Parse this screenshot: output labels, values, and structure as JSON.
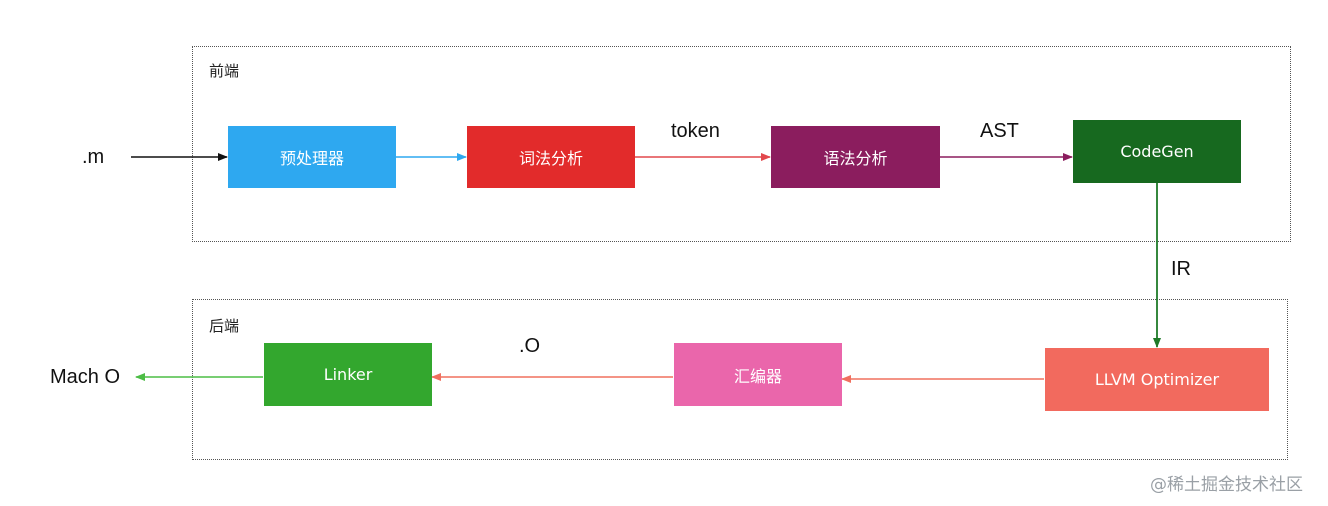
{
  "groups": {
    "frontend": {
      "title": "前端"
    },
    "backend": {
      "title": "后端"
    }
  },
  "inputs": {
    "source": ".m"
  },
  "outputs": {
    "binary": "Mach O"
  },
  "nodes": {
    "preprocessor": {
      "label": "预处理器",
      "color": "#2ea8f0"
    },
    "lexer": {
      "label": "词法分析",
      "color": "#e22b2b"
    },
    "parser": {
      "label": "语法分析",
      "color": "#8b1d5e"
    },
    "codegen": {
      "label": "CodeGen",
      "color": "#17691f"
    },
    "optimizer": {
      "label": "LLVM Optimizer",
      "color": "#f26a5e"
    },
    "assembler": {
      "label": "汇编器",
      "color": "#ea66ab"
    },
    "linker": {
      "label": "Linker",
      "color": "#33a72e"
    }
  },
  "edge_labels": {
    "token": "token",
    "ast": "AST",
    "ir": "IR",
    "object": ".O"
  },
  "edge_colors": {
    "input": "#111111",
    "preprocessor_to_lexer": "#2ea8f0",
    "lexer_to_parser": "#e2484d",
    "parser_to_codegen": "#8b1d5e",
    "codegen_to_optimizer": "#1f7a28",
    "backend_flow": "#f0705f",
    "linker_to_output": "#4cbd45"
  },
  "watermark": "@稀土掘金技术社区"
}
